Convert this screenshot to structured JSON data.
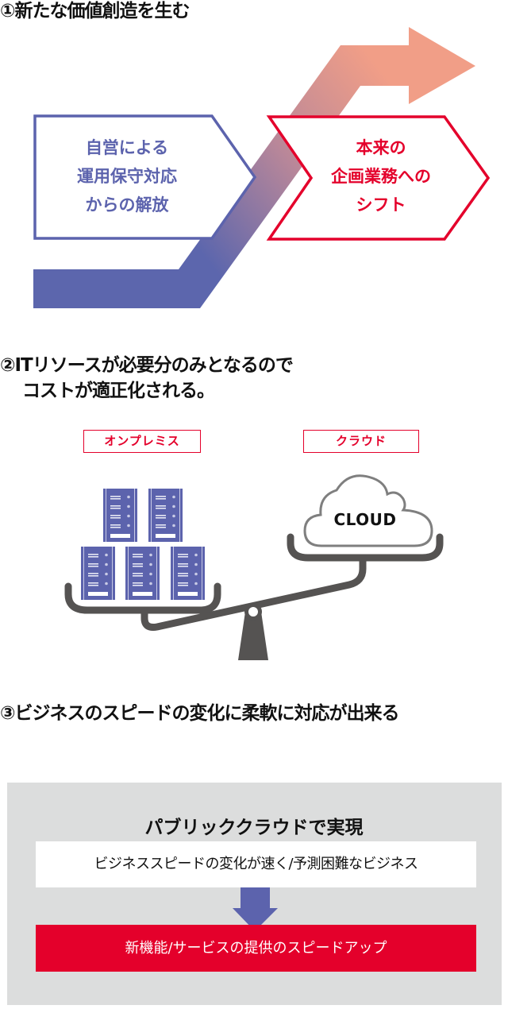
{
  "section1": {
    "heading": "①新たな価値創造を生む",
    "left_box_lines": [
      "自営による",
      "運用保守対応",
      "からの解放"
    ],
    "right_box_lines": [
      "本来の",
      "企画業務への",
      "シフト"
    ],
    "colors": {
      "blue": "#5c63ad",
      "red": "#e4002b",
      "arrow_start": "#5c66ad",
      "arrow_end": "#f19e87"
    }
  },
  "section2": {
    "heading_line1": "②ITリソースが必要分のみとなるので",
    "heading_line2": "コストが適正化される。",
    "onprem_label": "オンプレミス",
    "cloud_label": "クラウド",
    "cloud_text": "CLOUD",
    "server_count": 5,
    "colors": {
      "server": "#5c63ad",
      "scale": "#555352",
      "cloud_outline": "#7f7f7f"
    }
  },
  "section3": {
    "heading": "③ビジネスのスピードの変化に柔軟に対応が出来る",
    "panel_title": "パブリッククラウドで実現",
    "problem_text": "ビジネススピードの変化が速く/予測困難なビジネス",
    "solution_text": "新機能/サービスの提供のスピードアップ",
    "colors": {
      "panel": "#dcdddd",
      "arrow": "#5c63ad",
      "solution_bg": "#e4002b"
    }
  }
}
